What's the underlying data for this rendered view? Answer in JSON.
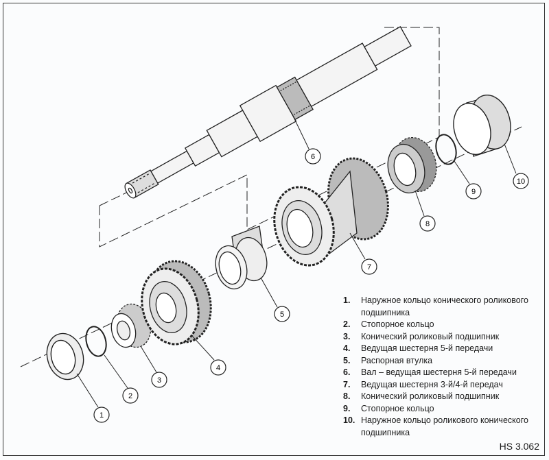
{
  "callouts": [
    "1",
    "2",
    "3",
    "4",
    "5",
    "6",
    "7",
    "8",
    "9",
    "10"
  ],
  "legend": [
    {
      "num": "1.",
      "text": "Наружное кольцо конического роликового подшипника"
    },
    {
      "num": "2.",
      "text": "Стопорное кольцо"
    },
    {
      "num": "3.",
      "text": "Конический роликовый подшипник"
    },
    {
      "num": "4.",
      "text": "Ведущая шестерня 5-й передачи"
    },
    {
      "num": "5.",
      "text": "Распорная втулка"
    },
    {
      "num": "6.",
      "text": "Вал – ведущая шестерня  5-й передачи"
    },
    {
      "num": "7.",
      "text": "Ведущая шестерня  3-й/4-й передач"
    },
    {
      "num": "8.",
      "text": "Конический роликовый подшипник"
    },
    {
      "num": "9.",
      "text": "Стопорное кольцо"
    },
    {
      "num": "10.",
      "text": "Наружное кольцо роликового конического подшипника"
    }
  ],
  "figure_code": "HS 3.062"
}
